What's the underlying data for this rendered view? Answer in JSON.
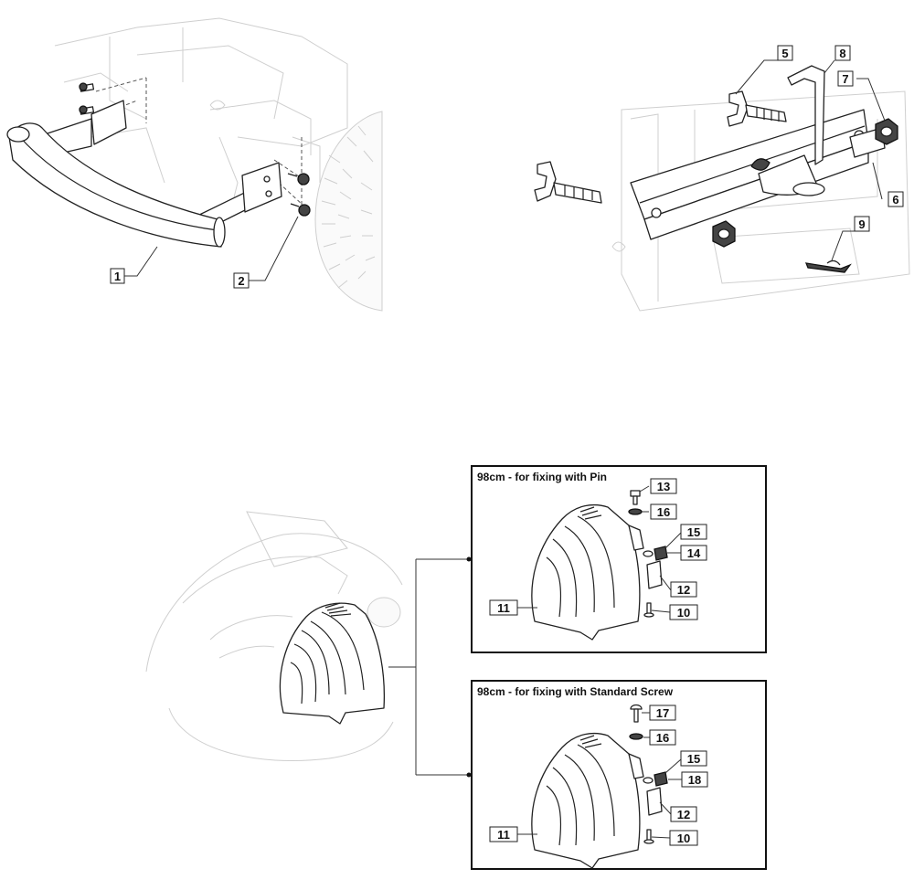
{
  "callouts": {
    "c1": "1",
    "c2": "2",
    "c5": "5",
    "c6": "6",
    "c7": "7",
    "c8": "8",
    "c9": "9",
    "p13": "13",
    "p16a": "16",
    "p15a": "15",
    "p14": "14",
    "p12a": "12",
    "p11a": "11",
    "p10a": "10",
    "p17": "17",
    "p16b": "16",
    "p15b": "15",
    "p18": "18",
    "p12b": "12",
    "p11b": "11",
    "p10b": "10"
  },
  "panels": {
    "pin_title": "98cm - for fixing with Pin",
    "screw_title": "98cm - for fixing with Standard Screw"
  }
}
